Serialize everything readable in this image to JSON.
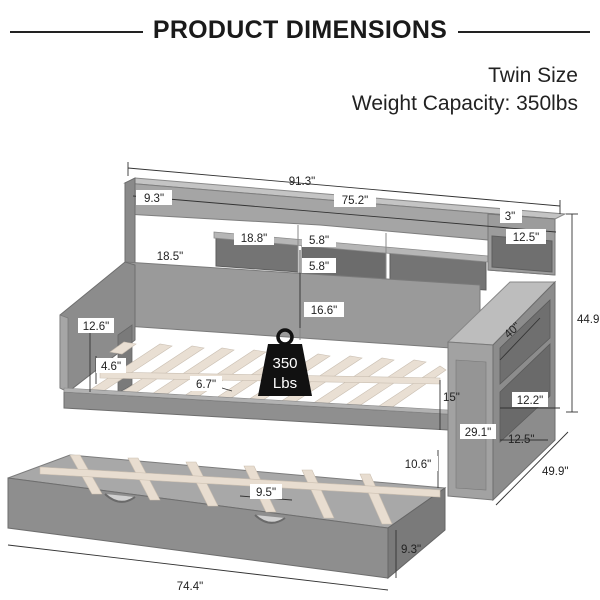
{
  "title": "PRODUCT DIMENSIONS",
  "specs": {
    "size": "Twin Size",
    "capacity": "Weight Capacity: 350lbs"
  },
  "weight_badge": {
    "value": "350",
    "unit": "Lbs"
  },
  "dimensions": {
    "overall_length": "91.3\"",
    "left_shelf": "9.3\"",
    "headboard_width": "75.2\"",
    "right_gap": "3\"",
    "right_shelf_width": "12.5\"",
    "top_shelf_width": "18.8\"",
    "shelf_height_top": "5.8\"",
    "shelf_height_bottom": "5.8\"",
    "left_open_shelf": "18.5\"",
    "overall_height": "44.9'",
    "panel_height": "16.6\"",
    "end_panel_height": "12.6\"",
    "side_rail_height": "4.6\"",
    "slat_gap": "6.7\"",
    "cabinet_diagonal": "40\"",
    "frame_to_floor": "15\"",
    "cabinet_shelf_height": "12.2\"",
    "cabinet_height": "29.1\"",
    "cabinet_depth": "12.5\"",
    "overall_width": "49.9\"",
    "trundle_clearance": "10.6\"",
    "trundle_slat_gap": "9.5\"",
    "trundle_height": "9.3\"",
    "trundle_length": "74.4\""
  }
}
